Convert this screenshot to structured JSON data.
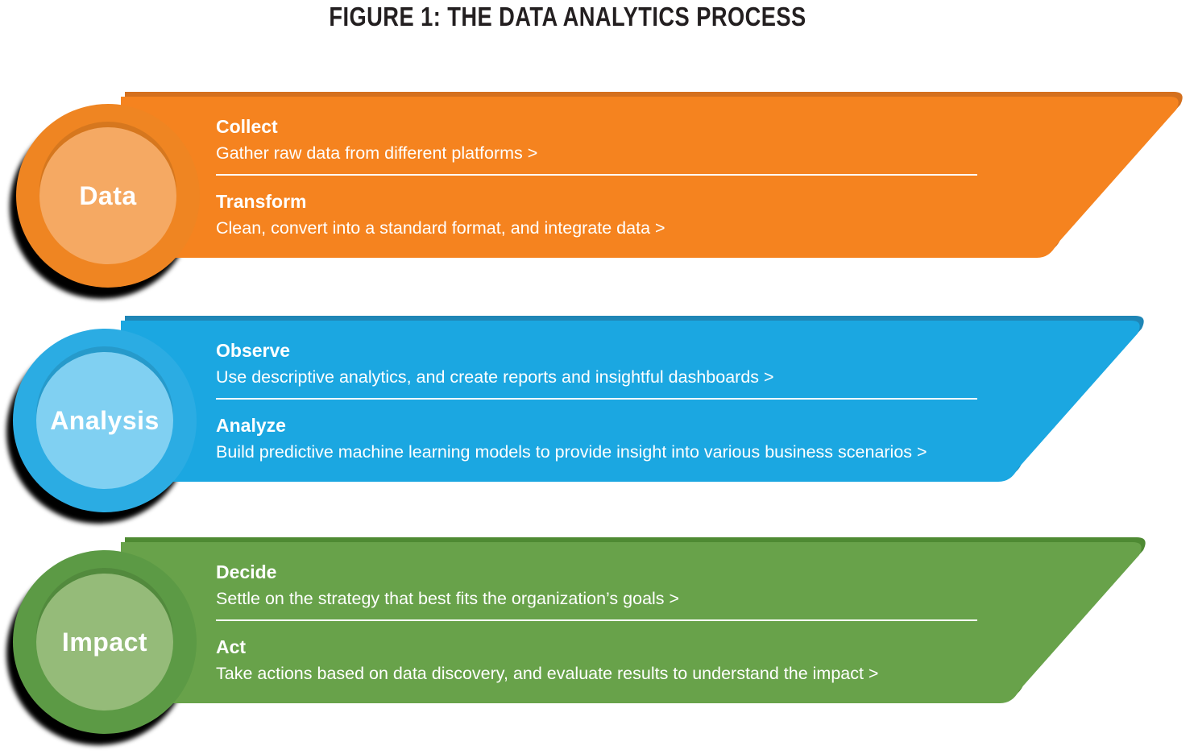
{
  "title": "FIGURE 1: THE DATA ANALYTICS PROCESS",
  "text_color": "#ffffff",
  "title_color": "#231f20",
  "sections": [
    {
      "label": "Data",
      "colors": {
        "main": "#F5831F",
        "edge": "#D4701E",
        "ring": "#EF8522",
        "inner": "#F5A963"
      },
      "steps": [
        {
          "title": "Collect",
          "desc": "Gather raw data from different platforms >"
        },
        {
          "title": "Transform",
          "desc": "Clean, convert into a standard format, and integrate data >"
        }
      ]
    },
    {
      "label": "Analysis",
      "colors": {
        "main": "#1BA7E1",
        "edge": "#1F86B6",
        "ring": "#2BACE3",
        "inner": "#80D0F2"
      },
      "steps": [
        {
          "title": "Observe",
          "desc": "Use descriptive analytics, and create reports and insightful dashboards >"
        },
        {
          "title": "Analyze",
          "desc": "Build predictive machine learning models to provide insight into various business scenarios >"
        }
      ]
    },
    {
      "label": "Impact",
      "colors": {
        "main": "#68A24A",
        "edge": "#4E8A33",
        "ring": "#5C9A45",
        "inner": "#95BB79"
      },
      "steps": [
        {
          "title": "Decide",
          "desc": "Settle on the strategy that best fits the organization’s goals >"
        },
        {
          "title": "Act",
          "desc": "Take actions based on data discovery, and evaluate results to understand the impact >"
        }
      ]
    }
  ]
}
